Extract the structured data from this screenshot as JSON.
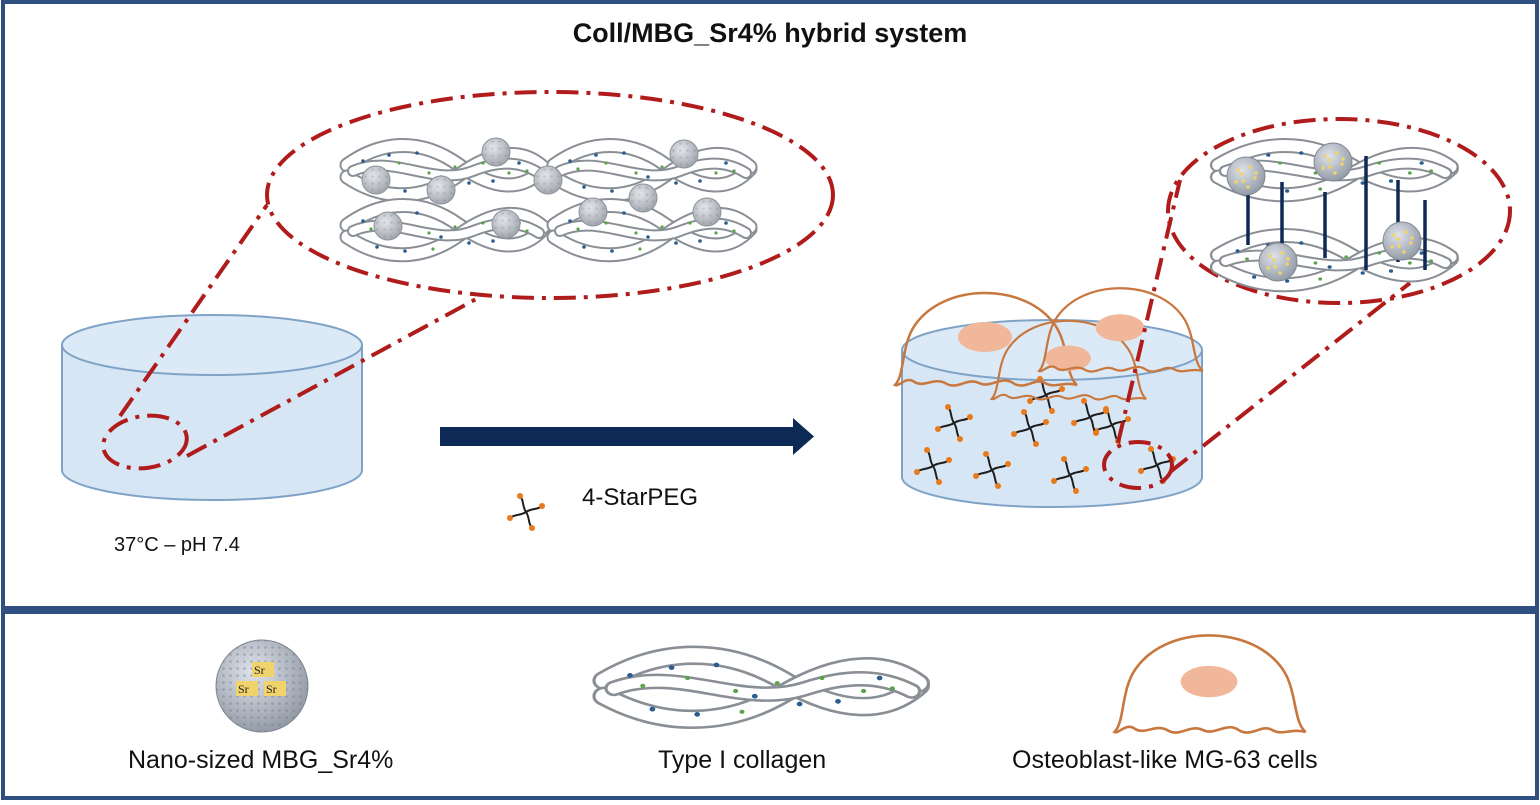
{
  "title": "Coll/MBG_Sr4% hybrid system",
  "condition": "37°C – pH 7.4",
  "crosslinker": {
    "label": "4-StarPEG",
    "icon": "star-peg-icon"
  },
  "legend": {
    "items": [
      {
        "label": "Nano-sized MBG_Sr4%",
        "icon": "mbg-nanoparticle-icon"
      },
      {
        "label": "Type I collagen",
        "icon": "collagen-fiber-icon"
      },
      {
        "label": "Osteoblast-like MG-63 cells",
        "icon": "osteoblast-cell-icon"
      }
    ],
    "ion_label": "Sr"
  },
  "colors": {
    "frame": "#2f4f80",
    "arrow": "#0c2a55",
    "callout": "#b01c1c",
    "cylinder_fill": "#d7e6f4",
    "cylinder_stroke": "#7fa3c7",
    "cell_outline": "#c8773e",
    "nucleus": "#f0b79a",
    "particle": "#b5b9bf",
    "crosslink": "#0c2a55",
    "peg_end": "#e87a1c"
  }
}
